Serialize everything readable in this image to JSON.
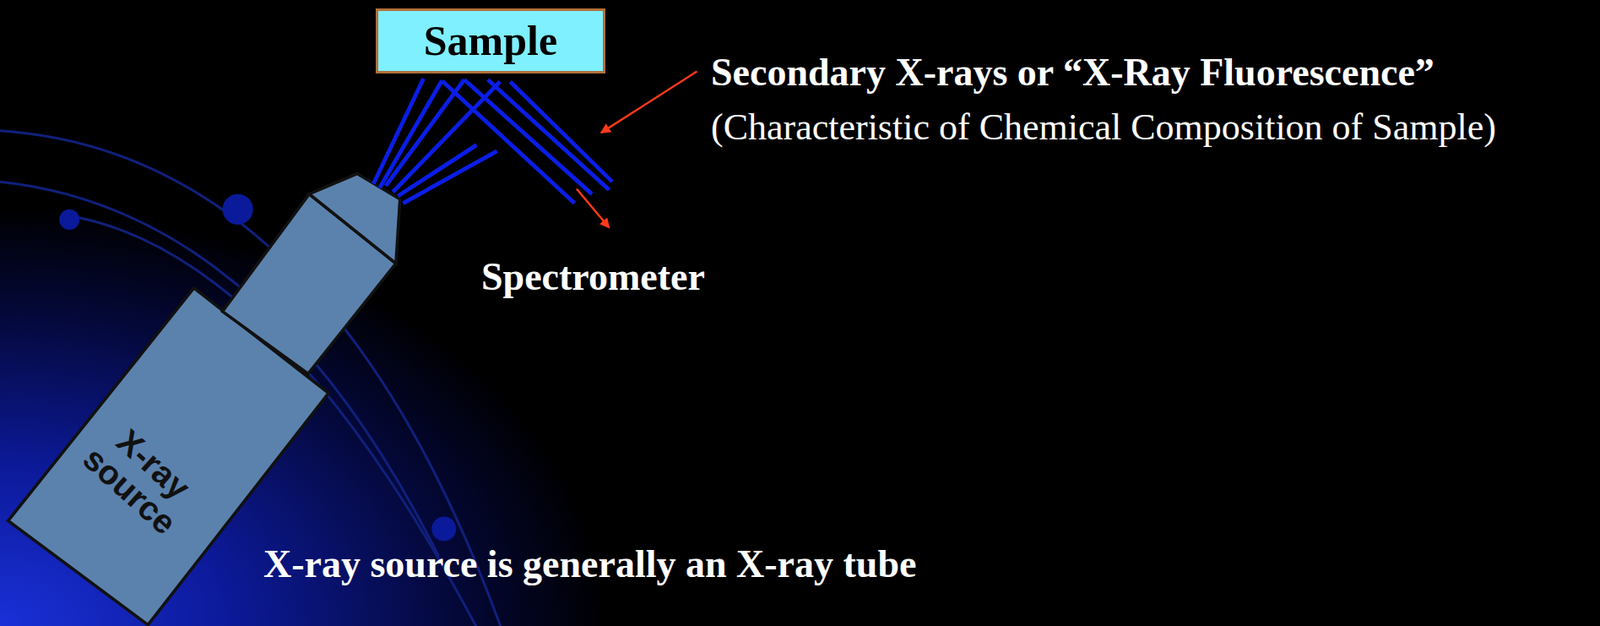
{
  "diagram": {
    "nodes": [
      {
        "text": [
          "Sample"
        ]
      },
      {
        "text": [
          "X-ray source"
        ]
      }
    ],
    "labels": [
      "Secondary X-rays or “X-Ray Fluorescence”",
      "(Characteristic of Chemical Composition of Sample)",
      "Spectrometer",
      "X-ray source is generally an X-ray tube"
    ]
  }
}
